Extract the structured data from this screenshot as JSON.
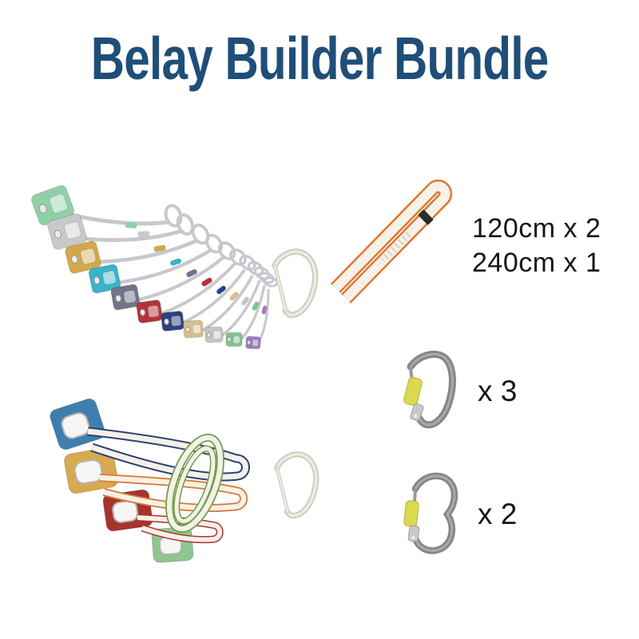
{
  "header": {
    "title": "Belay Builder Bundle",
    "title_color": "#1f4e79"
  },
  "canvas": {
    "background": "#ffffff"
  },
  "products": {
    "nut_set": {
      "name": "Wired climbing nut set",
      "piece_count": 11,
      "colors": [
        "#8fd0a9",
        "#c9c9c9",
        "#d2a84e",
        "#3ab3c9",
        "#73738c",
        "#b5343c",
        "#2e4180",
        "#d8bf8d",
        "#c6c6c6",
        "#7fc492",
        "#9a7cbe"
      ],
      "wire_color": "#c7c8cd",
      "accessory_carabiner_color": "#e9e7df"
    },
    "sling": {
      "name": "Dyneema sling",
      "label_line1": "120cm x 2",
      "label_line2": "240cm x 1",
      "webbing_color": "#f6f2e9",
      "edge_color": "#e0762f",
      "tag_color": "#2e2c28"
    },
    "screwgate_d": {
      "name": "Screwgate D carabiner",
      "quantity_label": "x 3",
      "body_color": "#85858a",
      "highlight_color": "#a9a9ac",
      "sleeve_color": "#dcd94f"
    },
    "screwgate_hms": {
      "name": "Screwgate HMS carabiner",
      "quantity_label": "x 2",
      "body_color": "#85858a",
      "highlight_color": "#a9a9ac",
      "sleeve_color": "#dcd94f"
    },
    "hex_set": {
      "name": "Hex set on slings",
      "colors": [
        "#3f7fae",
        "#d8a94f",
        "#a8322e",
        "#8fc58f"
      ],
      "sling_edge_colors": [
        "#2d3f77",
        "#d9772e",
        "#a83230",
        "#6f9e4f"
      ],
      "webbing_color": "#f5f1e6"
    }
  }
}
